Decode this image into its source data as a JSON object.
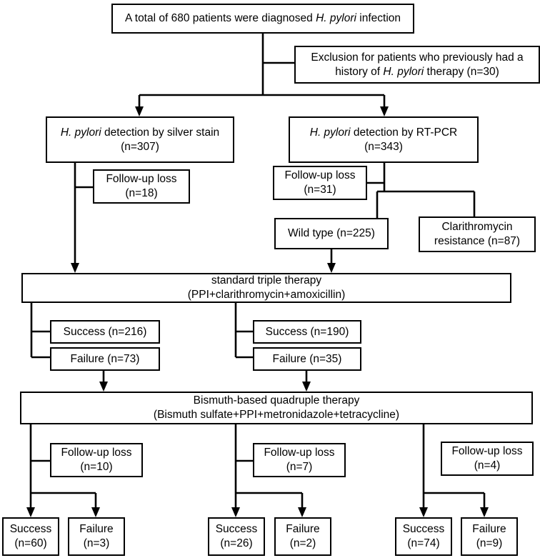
{
  "chart_data": {
    "type": "diagram",
    "title": "H. pylori diagnosis and eradication therapy flowchart",
    "nodes": [
      {
        "id": "total",
        "label": "A total of 680 patients were diagnosed H. pylori infection",
        "n": 680
      },
      {
        "id": "exclusion",
        "label": "Exclusion for patients who previously had a history of H. pylori therapy (n=30)",
        "n": 30
      },
      {
        "id": "silver",
        "label": "H. pylori detection by silver stain (n=307)",
        "n": 307
      },
      {
        "id": "rtpcr",
        "label": "H. pylori detection by RT-PCR (n=343)",
        "n": 343
      },
      {
        "id": "loss18",
        "label": "Follow-up loss (n=18)",
        "n": 18
      },
      {
        "id": "loss31",
        "label": "Follow-up loss (n=31)",
        "n": 31
      },
      {
        "id": "wildtype",
        "label": "Wild type (n=225)",
        "n": 225
      },
      {
        "id": "clarithro",
        "label": "Clarithromycin resistance (n=87)",
        "n": 87
      },
      {
        "id": "triple",
        "label": "standard triple therapy (PPI+clarithromycin+amoxicillin)"
      },
      {
        "id": "succ216",
        "label": "Success (n=216)",
        "n": 216
      },
      {
        "id": "fail73",
        "label": "Failure (n=73)",
        "n": 73
      },
      {
        "id": "succ190",
        "label": "Success (n=190)",
        "n": 190
      },
      {
        "id": "fail35",
        "label": "Failure (n=35)",
        "n": 35
      },
      {
        "id": "quad",
        "label": "Bismuth-based quadruple therapy (Bismuth sulfate+PPI+metronidazole+tetracycline)"
      },
      {
        "id": "loss10",
        "label": "Follow-up loss (n=10)",
        "n": 10
      },
      {
        "id": "loss7",
        "label": "Follow-up loss (n=7)",
        "n": 7
      },
      {
        "id": "loss4",
        "label": "Follow-up loss (n=4)",
        "n": 4
      },
      {
        "id": "succ60",
        "label": "Success (n=60)",
        "n": 60
      },
      {
        "id": "fail3",
        "label": "Failure (n=3)",
        "n": 3
      },
      {
        "id": "succ26",
        "label": "Success (n=26)",
        "n": 26
      },
      {
        "id": "fail2",
        "label": "Failure (n=2)",
        "n": 2
      },
      {
        "id": "succ74",
        "label": "Success (n=74)",
        "n": 74
      },
      {
        "id": "fail9",
        "label": "Failure (n=9)",
        "n": 9
      }
    ]
  },
  "boxes": {
    "total": {
      "line1_a": "A total of 680 patients were diagnosed ",
      "line1_italic": "H. pylori",
      "line1_b": " infection"
    },
    "exclusion": {
      "line1": "Exclusion for patients who previously had a",
      "line2_a": "history of ",
      "line2_italic": "H. pylori",
      "line2_b": " therapy (n=30)"
    },
    "silver": {
      "line1_italic": "H. pylori",
      "line1_b": " detection by silver stain",
      "line2": "(n=307)"
    },
    "rtpcr": {
      "line1_italic": "H. pylori",
      "line1_b": " detection by RT-PCR",
      "line2": "(n=343)"
    },
    "loss18": {
      "line1": "Follow-up loss",
      "line2": "(n=18)"
    },
    "loss31": {
      "line1": "Follow-up loss",
      "line2": "(n=31)"
    },
    "wildtype": {
      "line1": "Wild type (n=225)"
    },
    "clarithro": {
      "line1": "Clarithromycin",
      "line2": "resistance (n=87)"
    },
    "triple": {
      "line1": "standard triple therapy",
      "line2": "(PPI+clarithromycin+amoxicillin)"
    },
    "succ216": {
      "line1": "Success (n=216)"
    },
    "fail73": {
      "line1": "Failure (n=73)"
    },
    "succ190": {
      "line1": "Success (n=190)"
    },
    "fail35": {
      "line1": "Failure (n=35)"
    },
    "quad": {
      "line1": "Bismuth-based quadruple therapy",
      "line2": "(Bismuth sulfate+PPI+metronidazole+tetracycline)"
    },
    "loss10": {
      "line1": "Follow-up loss",
      "line2": "(n=10)"
    },
    "loss7": {
      "line1": "Follow-up loss",
      "line2": "(n=7)"
    },
    "loss4": {
      "line1": "Follow-up loss",
      "line2": "(n=4)"
    },
    "succ60": {
      "line1": "Success",
      "line2": "(n=60)"
    },
    "fail3": {
      "line1": "Failure",
      "line2": "(n=3)"
    },
    "succ26": {
      "line1": "Success",
      "line2": "(n=26)"
    },
    "fail2": {
      "line1": "Failure",
      "line2": "(n=2)"
    },
    "succ74": {
      "line1": "Success",
      "line2": "(n=74)"
    },
    "fail9": {
      "line1": "Failure",
      "line2": "(n=9)"
    }
  },
  "colors": {
    "stroke": "#000000",
    "fill": "#ffffff",
    "text": "#000000"
  }
}
